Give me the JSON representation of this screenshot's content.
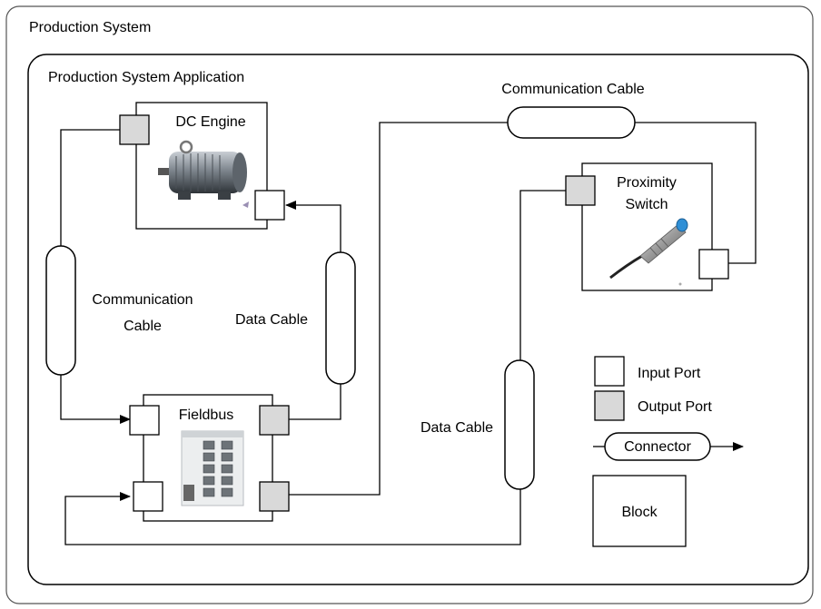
{
  "system": {
    "title": "Production System"
  },
  "application": {
    "title": "Production System Application"
  },
  "blocks": {
    "dc_engine": "DC Engine",
    "proximity_line1": "Proximity",
    "proximity_line2": "Switch",
    "fieldbus": "Fieldbus"
  },
  "cables": {
    "top_comm": "Communication Cable",
    "left_comm_line1": "Communication",
    "left_comm_line2": "Cable",
    "middle_data": "Data Cable",
    "right_data": "Data Cable"
  },
  "legend": {
    "input_port": "Input Port",
    "output_port": "Output Port",
    "connector": "Connector",
    "block": "Block"
  },
  "colors": {
    "output_port_fill": "#d9d9d9",
    "input_port_fill": "#ffffff",
    "line": "#000000"
  }
}
